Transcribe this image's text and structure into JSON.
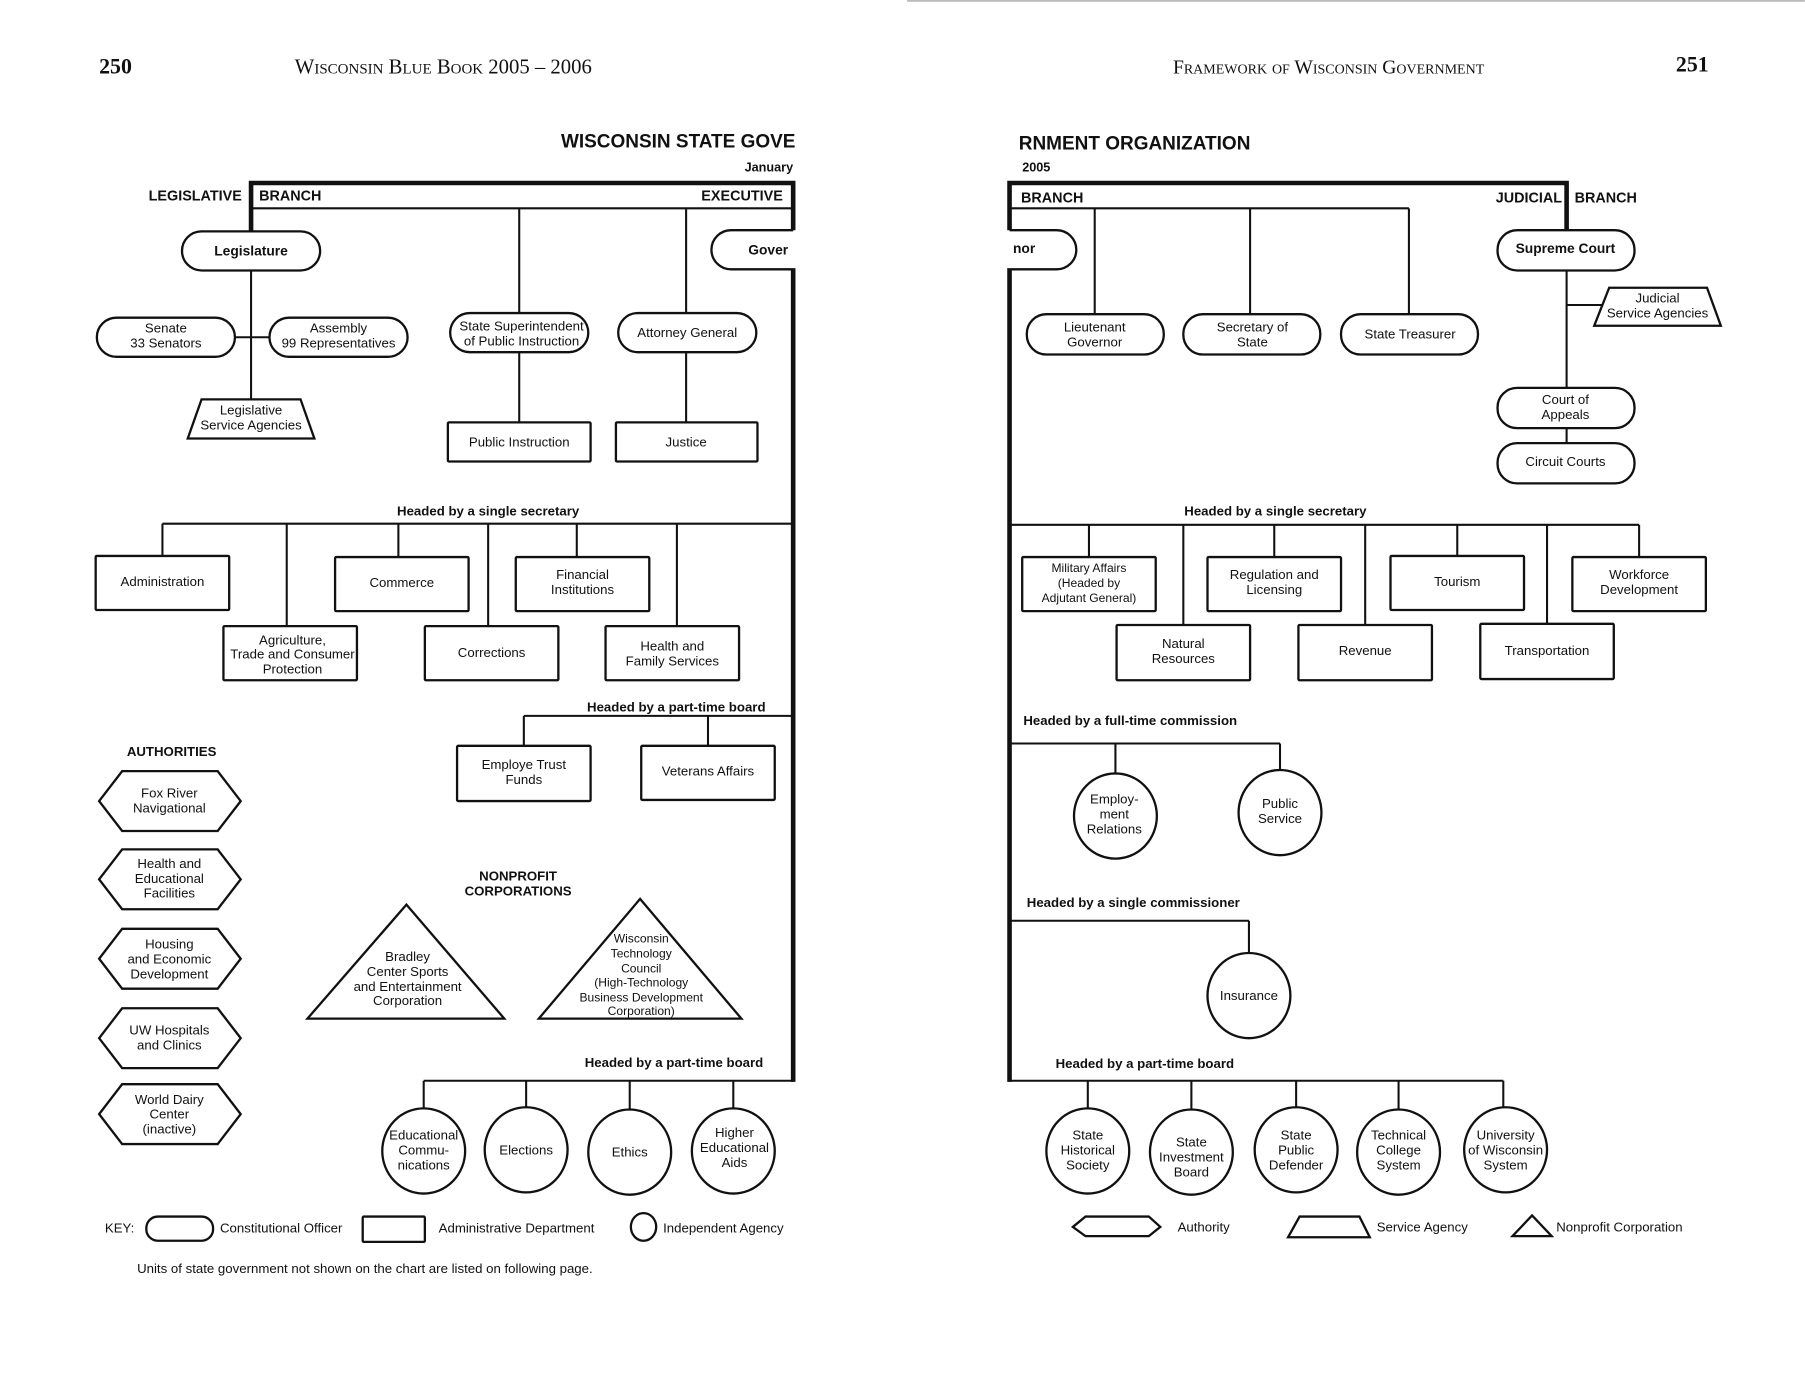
{
  "header": {
    "left_page_number": "250",
    "left_running_title": "Wisconsin Blue Book 2005 – 2006",
    "right_running_title": "Framework of Wisconsin Government",
    "right_page_number": "251"
  },
  "chart_title": {
    "left_part": "WISCONSIN STATE GOVE",
    "right_part": "RNMENT ORGANIZATION",
    "date_left": "January",
    "date_right": "2005"
  },
  "branches": {
    "legislative": "LEGISLATIVE",
    "branch_label": "BRANCH",
    "executive": "EXECUTIVE",
    "judicial": "JUDICIAL"
  },
  "legislative": {
    "legislature": "Legislature",
    "senate": [
      "Senate",
      "33 Senators"
    ],
    "assembly": [
      "Assembly",
      "99 Representatives"
    ],
    "service_agencies": [
      "Legislative",
      "Service Agencies"
    ]
  },
  "executive_officers": {
    "governor_left": "Gover",
    "governor_right": "nor",
    "superintendent": [
      "State Superintendent",
      "of Public Instruction"
    ],
    "attorney_general": "Attorney General",
    "public_instruction": "Public Instruction",
    "justice": "Justice",
    "lieutenant_governor": [
      "Lieutenant",
      "Governor"
    ],
    "secretary_of_state": [
      "Secretary of",
      "State"
    ],
    "state_treasurer": "State Treasurer"
  },
  "judicial": {
    "supreme_court": "Supreme Court",
    "judicial_service_agencies": [
      "Judicial",
      "Service Agencies"
    ],
    "court_of_appeals": [
      "Court of",
      "Appeals"
    ],
    "circuit_courts": "Circuit  Courts"
  },
  "groups": {
    "single_secretary": "Headed by a single secretary",
    "part_time_board": "Headed by a part-time board",
    "full_time_commission": "Headed by a full-time commission",
    "single_commissioner": "Headed by a single commissioner"
  },
  "departments_left": {
    "administration": "Administration",
    "agriculture": [
      "Agriculture,",
      "Trade and Consumer",
      "Protection"
    ],
    "commerce": "Commerce",
    "corrections": "Corrections",
    "financial_institutions": [
      "Financial",
      "Institutions"
    ],
    "health_family": [
      "Health and",
      "Family Services"
    ]
  },
  "departments_right": {
    "military_affairs": [
      "Military Affairs",
      "(Headed by",
      "Adjutant General)"
    ],
    "natural_resources": [
      "Natural",
      "Resources"
    ],
    "regulation_licensing": [
      "Regulation and",
      "Licensing"
    ],
    "revenue": "Revenue",
    "tourism": "Tourism",
    "transportation": "Transportation",
    "workforce": [
      "Workforce",
      "Development"
    ]
  },
  "boards_left": {
    "employe_trust_funds": [
      "Employe Trust",
      "Funds"
    ],
    "veterans_affairs": "Veterans Affairs"
  },
  "authorities": {
    "heading": "AUTHORITIES",
    "items": [
      [
        "Fox River",
        "Navigational"
      ],
      [
        "Health and",
        "Educational",
        "Facilities"
      ],
      [
        "Housing",
        "and Economic",
        "Development"
      ],
      [
        "UW Hospitals",
        "and Clinics"
      ],
      [
        "World Dairy",
        "Center",
        "(inactive)"
      ]
    ]
  },
  "nonprofits": {
    "heading": [
      "NONPROFIT",
      "CORPORATIONS"
    ],
    "bradley": [
      "Bradley",
      "Center Sports",
      "and Entertainment",
      "Corporation"
    ],
    "wtc": [
      "Wisconsin",
      "Technology",
      "Council",
      "(High-Technology",
      "Business Development",
      "Corporation)"
    ]
  },
  "agencies_left_board": [
    [
      "Educational",
      "Commu-",
      "nications"
    ],
    [
      "Elections"
    ],
    [
      "Ethics"
    ],
    [
      "Higher",
      "Educational",
      "Aids"
    ]
  ],
  "commissions": {
    "employment_relations": [
      "Employ-",
      "ment",
      "Relations"
    ],
    "public_service": [
      "Public",
      "Service"
    ]
  },
  "commissioner": {
    "insurance": "Insurance"
  },
  "agencies_right_board": [
    [
      "State",
      "Historical",
      "Society"
    ],
    [
      "State",
      "Investment",
      "Board"
    ],
    [
      "State",
      "Public",
      "Defender"
    ],
    [
      "Technical",
      "College",
      "System"
    ],
    [
      "University",
      "of Wisconsin",
      "System"
    ]
  ],
  "key": {
    "label": "KEY:",
    "constitutional_officer": "Constitutional Officer",
    "administrative_department": "Administrative Department",
    "independent_agency": "Independent Agency",
    "authority": "Authority",
    "service_agency": "Service Agency",
    "nonprofit_corporation": "Nonprofit Corporation",
    "footnote": "Units of state government not shown on the chart are listed on following page."
  }
}
